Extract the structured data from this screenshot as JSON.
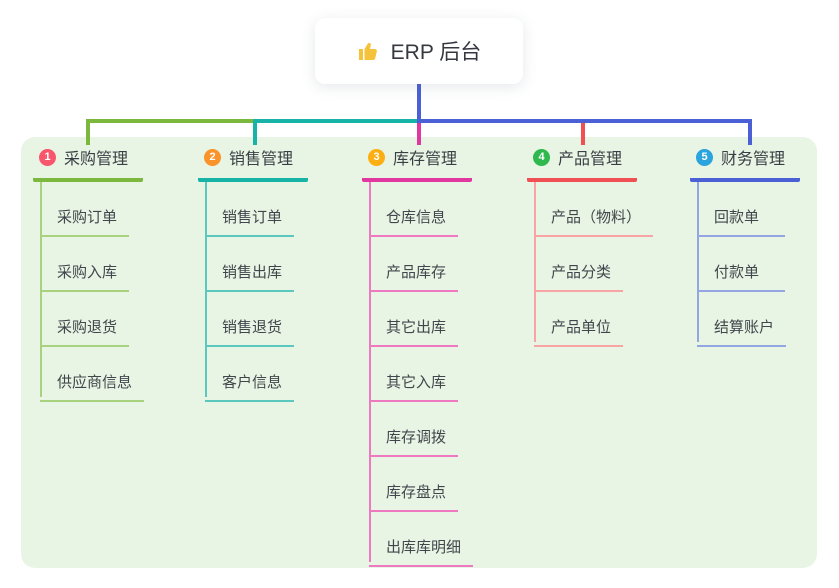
{
  "root": {
    "label": "ERP 后台",
    "icon": "thumbs-up"
  },
  "colors": {
    "panel_bg": "#e9f5e4",
    "root_connector": "#4b60d5",
    "thumb_yellow": "#f5c33b",
    "header_text": "#3a3f45",
    "item_text": "#41464c"
  },
  "branches": [
    {
      "num": "1",
      "label": "采购管理",
      "badge_color": "#f8566c",
      "strong": "#7cb83e",
      "light": "#a8d27e",
      "items": [
        "采购订单",
        "采购入库",
        "采购退货",
        "供应商信息"
      ]
    },
    {
      "num": "2",
      "label": "销售管理",
      "badge_color": "#f9932a",
      "strong": "#16b3a6",
      "light": "#5ac8bf",
      "items": [
        "销售订单",
        "销售出库",
        "销售退货",
        "客户信息"
      ]
    },
    {
      "num": "3",
      "label": "库存管理",
      "badge_color": "#fbaf12",
      "strong": "#e0389e",
      "light": "#ee79c0",
      "items": [
        "仓库信息",
        "产品库存",
        "其它出库",
        "其它入库",
        "库存调拨",
        "库存盘点",
        "出库库明细"
      ]
    },
    {
      "num": "4",
      "label": "产品管理",
      "badge_color": "#2eb84e",
      "strong": "#f05053",
      "light": "#f8a3a4",
      "items": [
        "产品（物料）",
        "产品分类",
        "产品单位"
      ]
    },
    {
      "num": "5",
      "label": "财务管理",
      "badge_color": "#2ba3dd",
      "strong": "#4b60d5",
      "light": "#94a6e2",
      "items": [
        "回款单",
        "付款单",
        "结算账户"
      ]
    }
  ]
}
